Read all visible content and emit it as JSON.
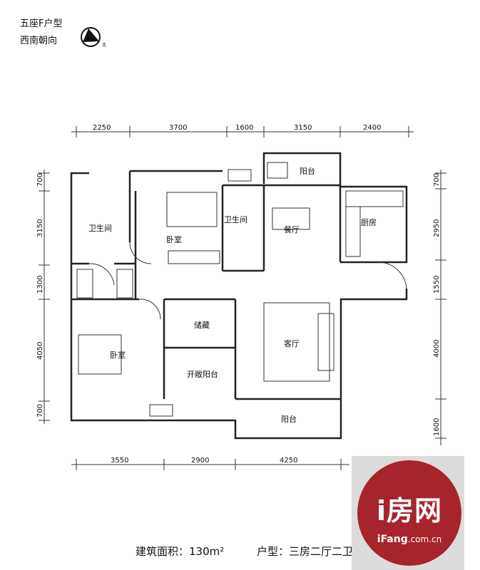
{
  "header": {
    "unit_type": "五座F户型",
    "orientation": "西南朝向",
    "north_label": "北"
  },
  "dimensions": {
    "top": [
      "2250",
      "3700",
      "1600",
      "3150",
      "2400"
    ],
    "bottom": [
      "3550",
      "2900",
      "4250"
    ],
    "left": [
      "700",
      "3150",
      "1300",
      "4050",
      "700"
    ],
    "right": [
      "700",
      "2950",
      "1550",
      "4000",
      "1600"
    ]
  },
  "rooms": {
    "bath1": "卫生间",
    "bedroom1": "卧室",
    "bath2": "卫生间",
    "dining": "餐厅",
    "kitchen": "厨房",
    "balcony_top": "阳台",
    "storage": "储藏",
    "bedroom2": "卧室",
    "living": "客厅",
    "open_balcony": "开敞阳台",
    "balcony_bottom": "阳台"
  },
  "footer": {
    "area_label": "建筑面积：",
    "area_value": "130m²",
    "layout_label": "户型：",
    "layout_value": "三房二厅二卫"
  },
  "logo": {
    "main": "i房网",
    "domain_bold": "iFang",
    "domain_rest": ".com.cn"
  },
  "colors": {
    "logo_red": "#a8242c",
    "logo_bg": "#dcdcdc"
  }
}
